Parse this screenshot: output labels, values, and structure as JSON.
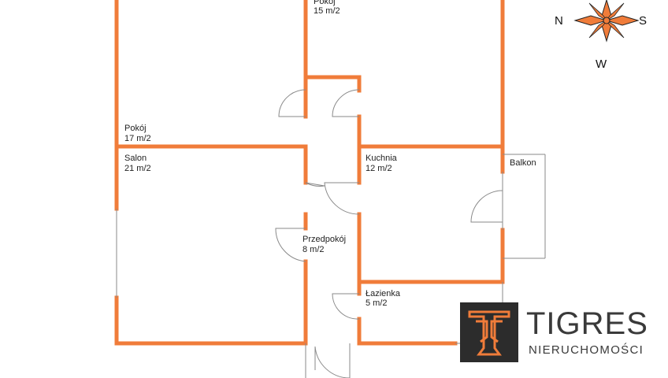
{
  "rooms": [
    {
      "name": "Pokój",
      "area": "15 m/2"
    },
    {
      "name": "Pokój",
      "area": "17 m/2"
    },
    {
      "name": "Salon",
      "area": "21 m/2"
    },
    {
      "name": "Kuchnia",
      "area": "12 m/2"
    },
    {
      "name": "Balkon",
      "area": ""
    },
    {
      "name": "Przedpokój",
      "area": "8 m/2"
    },
    {
      "name": "Łazienka",
      "area": "5 m/2"
    }
  ],
  "compass": {
    "left": "N",
    "right": "S",
    "bottom": "W",
    "icon": "compass-rose-icon"
  },
  "logo": {
    "brand": "TIGRES",
    "subtitle": "NIERUCHOMOŚCI",
    "icon": "tigres-logo-icon"
  },
  "colors": {
    "wall": "#f07c3a",
    "logo_bg": "#2c2c2c",
    "compass": "#f07c3a"
  }
}
